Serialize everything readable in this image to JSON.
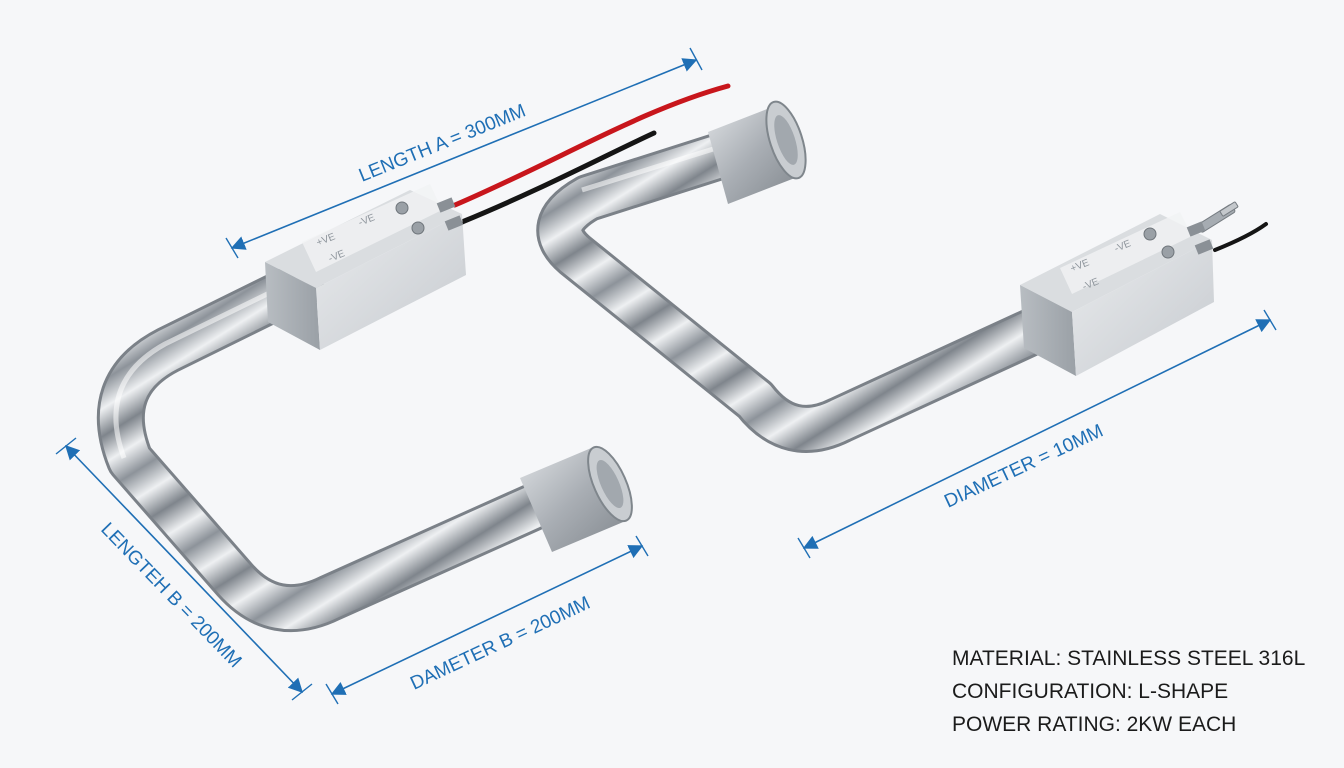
{
  "dimensions": {
    "length_a": "LENGTH A = 300MM",
    "length_b": "LENGTEH B = 200MM",
    "diameter_b": "DAMETER B = 200MM",
    "diameter": "DIAMETER = 10MM"
  },
  "terminal_labels": {
    "positive": "+VE",
    "negative": "-VE"
  },
  "specs": [
    "MATERIAL: STAINLESS STEEL 316L",
    "CONFIGURATION: L-SHAPE",
    "POWER RATING: 2KW EACH"
  ],
  "colors": {
    "dimension_line": "#1f6fb5",
    "wire_positive": "#c8161c",
    "wire_negative": "#151515",
    "steel": "#b9bec4"
  }
}
